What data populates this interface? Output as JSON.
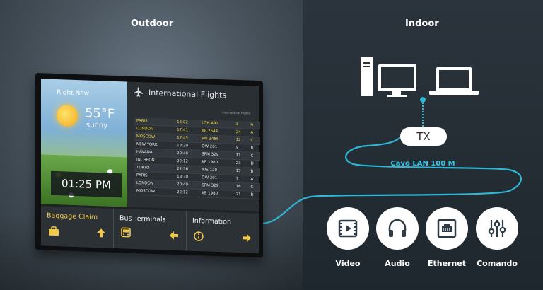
{
  "sections": {
    "outdoor": "Outdoor",
    "indoor": "Indoor"
  },
  "display": {
    "weather": {
      "label": "Right Now",
      "temp": "55°F",
      "condition": "sunny",
      "time": "01:25 PM"
    },
    "flights": {
      "title": "International Flights",
      "subtitle": "International Flights",
      "rows": [
        {
          "city": "PARIS",
          "time": "14:02",
          "flight": "LOH 492",
          "gate": "3",
          "term": "A",
          "hl": true
        },
        {
          "city": "LONDON",
          "time": "17:41",
          "flight": "KE 2544",
          "gate": "24",
          "term": "A",
          "hl": true
        },
        {
          "city": "MOSCOW",
          "time": "17:45",
          "flight": "PAI 3455",
          "gate": "12",
          "term": "C",
          "hl": true
        },
        {
          "city": "NEW YORK",
          "time": "18:30",
          "flight": "OW 201",
          "gate": "9",
          "term": "B",
          "hl": false
        },
        {
          "city": "HAVANA",
          "time": "20:40",
          "flight": "SPM 329",
          "gate": "11",
          "term": "C",
          "hl": false
        },
        {
          "city": "INCHEON",
          "time": "22:12",
          "flight": "KE 1980",
          "gate": "23",
          "term": "D",
          "hl": false
        },
        {
          "city": "TOKYO",
          "time": "22:36",
          "flight": "IOS 120",
          "gate": "15",
          "term": "B",
          "hl": false
        },
        {
          "city": "PARIS",
          "time": "18:30",
          "flight": "OW 201",
          "gate": "7",
          "term": "A",
          "hl": false
        },
        {
          "city": "LONDON",
          "time": "20:40",
          "flight": "SPM 329",
          "gate": "16",
          "term": "C",
          "hl": false
        },
        {
          "city": "MOSCOW",
          "time": "22:12",
          "flight": "KE 1980",
          "gate": "21",
          "term": "B",
          "hl": false
        }
      ]
    },
    "bottom": {
      "baggage": "Baggage Claim",
      "bus": "Bus Terminals",
      "info": "Information"
    }
  },
  "indoor": {
    "tx": "TX",
    "cable": "Cavo LAN 100 M"
  },
  "features": [
    {
      "label": "Video",
      "icon": "video-icon"
    },
    {
      "label": "Audio",
      "icon": "headphones-icon"
    },
    {
      "label": "Ethernet",
      "icon": "ethernet-icon"
    },
    {
      "label": "Comando",
      "icon": "sliders-icon"
    }
  ],
  "colors": {
    "accent": "#2fb7d6",
    "highlight": "#f2d43b"
  }
}
